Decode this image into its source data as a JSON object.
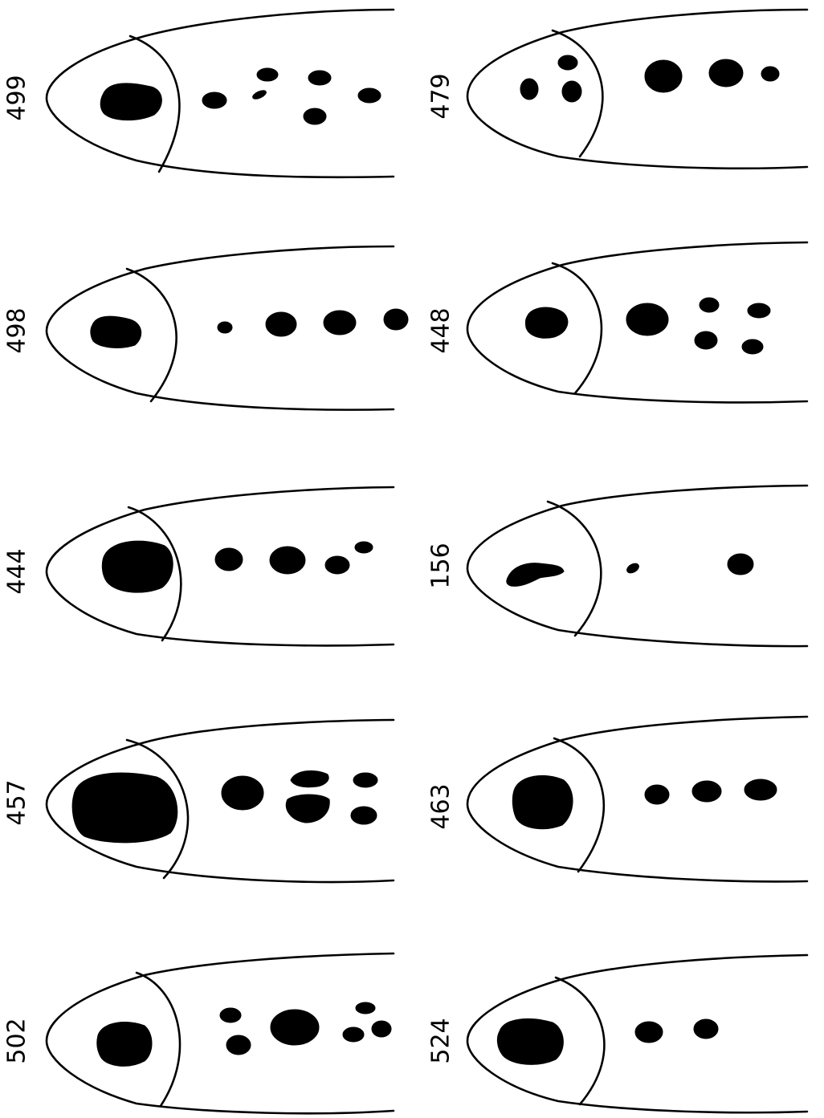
{
  "figure": {
    "ink_color": "#000000",
    "background_color": "#ffffff",
    "specimens": [
      {
        "id": "left-col-1",
        "label": "499"
      },
      {
        "id": "left-col-2",
        "label": "498"
      },
      {
        "id": "left-col-3",
        "label": "444"
      },
      {
        "id": "left-col-4",
        "label": "457"
      },
      {
        "id": "left-col-5",
        "label": "502"
      },
      {
        "id": "right-col-1",
        "label": "479"
      },
      {
        "id": "right-col-2",
        "label": "448"
      },
      {
        "id": "right-col-3",
        "label": "156"
      },
      {
        "id": "right-col-4",
        "label": "463"
      },
      {
        "id": "right-col-5",
        "label": "524"
      }
    ]
  }
}
